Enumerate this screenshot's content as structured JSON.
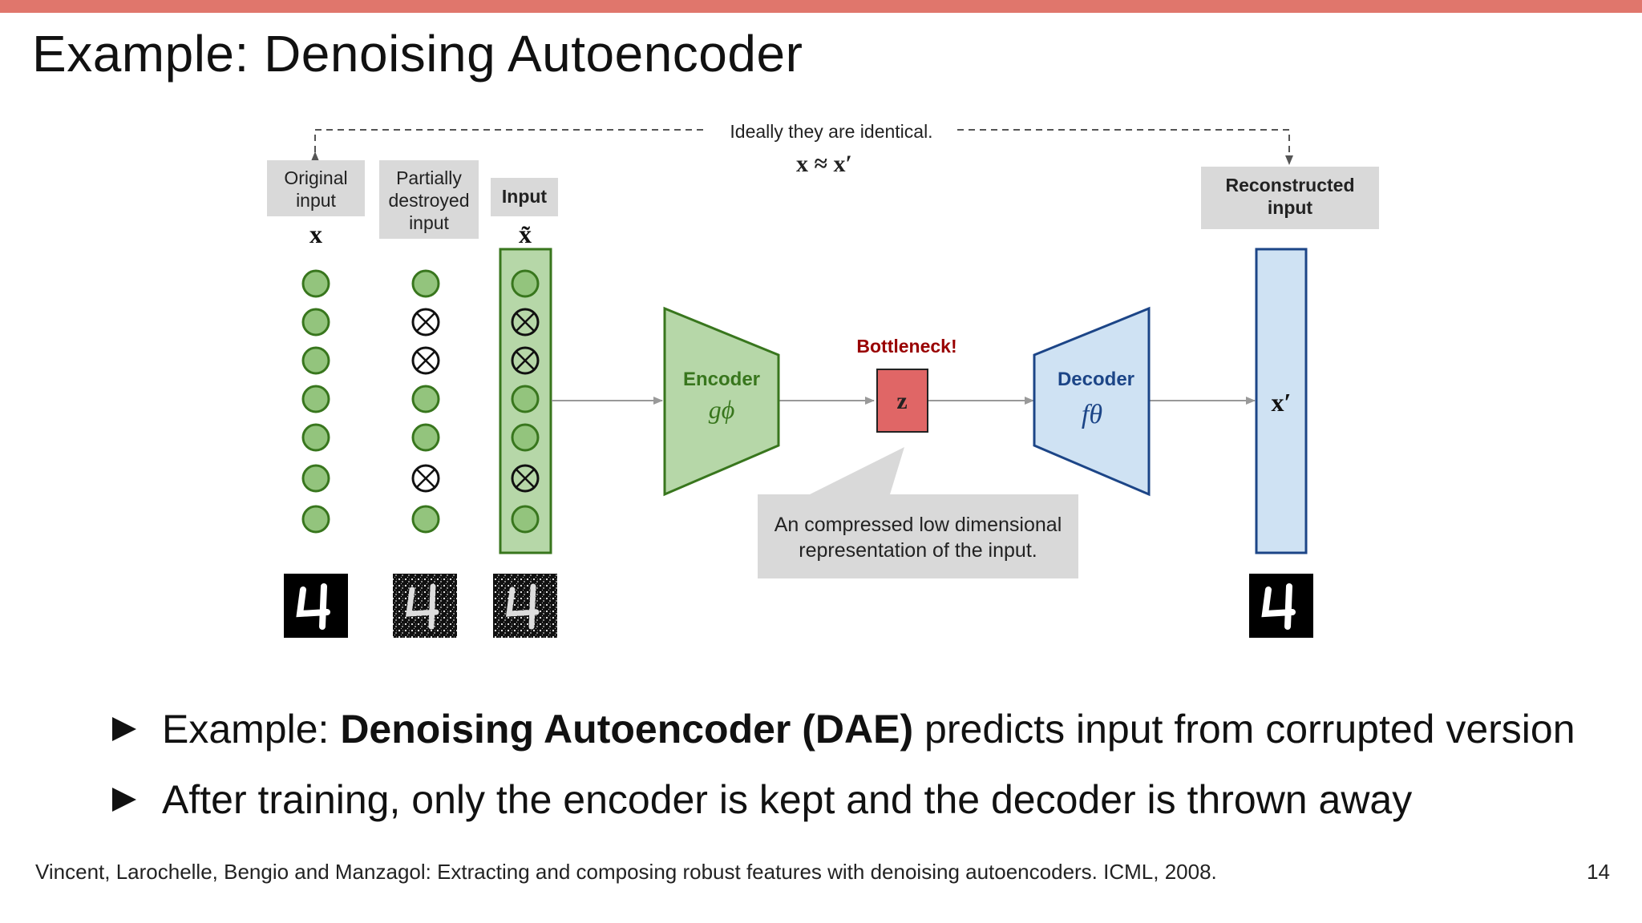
{
  "slide": {
    "title": "Example: Denoising Autoencoder",
    "page_number": "14",
    "accent_color": "#e0766c"
  },
  "diagram": {
    "identity_note": "Ideally they are identical.",
    "identity_formula": "x ≈ x′",
    "original_label_lines": [
      "Original",
      "input"
    ],
    "partial_label_lines": [
      "Partially",
      "destroyed",
      "input"
    ],
    "input_label": "Input",
    "reconstructed_label_lines": [
      "Reconstructed",
      "input"
    ],
    "symbol_x": "x",
    "symbol_x_tilde": "x̃",
    "symbol_x_prime": "x′",
    "encoder_label": "Encoder",
    "encoder_func": "gϕ",
    "decoder_label": "Decoder",
    "decoder_func": "fθ",
    "bottleneck_label": "Bottleneck!",
    "bottleneck_symbol": "z",
    "callout_lines": [
      "An compressed low dimensional",
      "representation of the input."
    ],
    "original_nodes": [
      "on",
      "on",
      "on",
      "on",
      "on",
      "on",
      "on"
    ],
    "partial_nodes": [
      "on",
      "x",
      "x",
      "on",
      "on",
      "x",
      "on"
    ],
    "input_nodes": [
      "on",
      "x",
      "x",
      "on",
      "on",
      "x",
      "on"
    ],
    "colors": {
      "node_green": "#93c47d",
      "box_green": "#b6d7a8",
      "green_stroke": "#38761d",
      "blue_fill": "#cfe2f3",
      "blue_stroke": "#1c4587",
      "bottleneck_fill": "#e06666",
      "bottleneck_text": "#990000",
      "label_gray": "#d9d9d9"
    }
  },
  "bullets": [
    {
      "prefix": "Example: ",
      "bold": "Denoising Autoencoder (DAE)",
      "suffix": " predicts input from corrupted version"
    },
    {
      "prefix": "After training, only the encoder is kept and the decoder is thrown away",
      "bold": "",
      "suffix": ""
    }
  ],
  "citation": "Vincent, Larochelle, Bengio and Manzagol: Extracting and composing robust features with denoising autoencoders. ICML, 2008."
}
